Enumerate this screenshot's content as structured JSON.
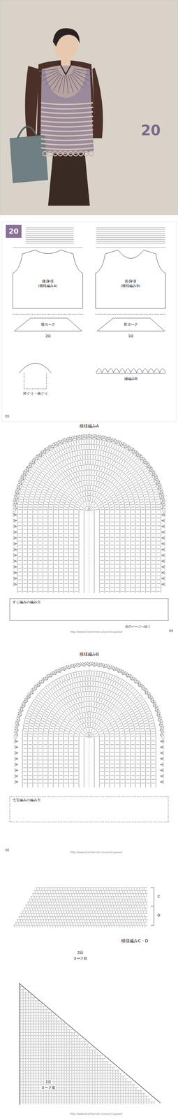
{
  "diagram": {
    "nodes": [
      {
        "text": [
          "20"
        ]
      },
      {
        "text": [
          "後身頃",
          "(模様編みA)"
        ]
      },
      {
        "text": [
          "前身頃",
          "(模様編みB)"
        ]
      },
      {
        "text": [
          "後ヨーク"
        ]
      },
      {
        "text": [
          "前ヨーク"
        ]
      },
      {
        "text": [
          "すじ編みの編み方"
        ]
      },
      {
        "text": [
          "七宝編みの編み方"
        ]
      }
    ],
    "labels": [
      "20",
      "衿ぐり・袖ぐり",
      "縁編みB",
      "2回",
      "1回",
      "88",
      "模様編みA",
      "次のページへ続く",
      "89",
      "http://www.liveinternet.ru/users/cupawa/",
      "模様編みB",
      "90",
      "http://www.liveinternet.ru/users/cupawa/",
      "模様編みC・D",
      "C",
      "D",
      "2回",
      "ヨーク前",
      "1回",
      "ヨーク後",
      "http://www.liveinternet.ru/users/cupawa/"
    ]
  }
}
